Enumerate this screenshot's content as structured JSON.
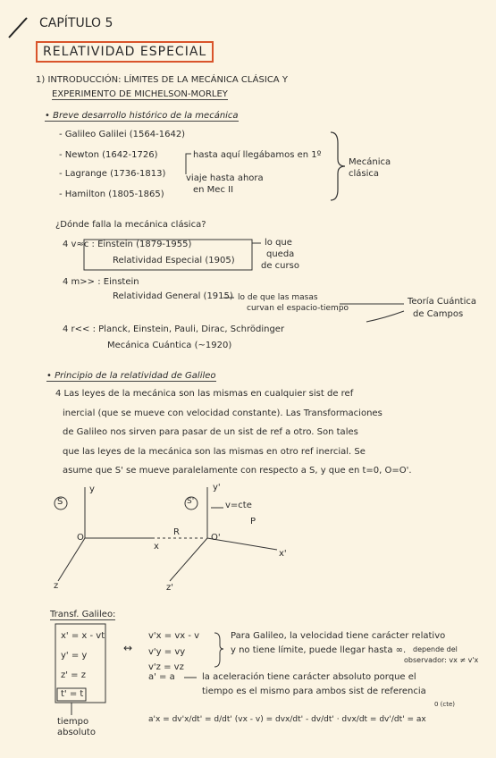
{
  "chapter": "CAPÍTULO 5",
  "title": "RELATIVIDAD ESPECIAL",
  "sec1": {
    "heading_line1": "1) INTRODUCCIÓN: LÍMITES DE LA MECÁNICA CLÁSICA Y",
    "heading_line2": "EXPERIMENTO DE MICHELSON-MORLEY",
    "bullet": "• Breve desarrollo histórico de la mecánica",
    "people": [
      "- Galileo Galilei (1564-1642)",
      "- Newton (1642-1726)",
      "- Lagrange (1736-1813)",
      "- Hamilton (1805-1865)"
    ],
    "note_newton": "hasta aquí llegábamos en 1º",
    "note_viaje1": "viaje hasta ahora",
    "note_viaje2": "en Mec II",
    "brace_label1": "Mecánica",
    "brace_label2": "clásica"
  },
  "fails": {
    "question": "¿Dónde falla la mecánica clásica?",
    "vnc": "4 v≈c :  Einstein (1879-1955)",
    "vnc2": "Relatividad Especial (1905)",
    "vnc_note1": "lo que",
    "vnc_note2": "queda",
    "vnc_note3": "de curso",
    "mass": "4 m>> :  Einstein",
    "mass2": "Relatividad General (1915)",
    "mass_note1": "lo de que las masas",
    "mass_note2": "curvan el espacio-tiempo",
    "qft1": "Teoría Cuántica",
    "qft2": "de Campos",
    "rcc": "4 r<<  :  Planck, Einstein, Pauli, Dirac, Schrödinger",
    "rcc2": "Mecánica Cuántica (~1920)"
  },
  "galileo": {
    "heading": "• Principio de la relatividad de Galileo",
    "lines": [
      "4 Las leyes de la mecánica son las mismas en cualquier sist de ref",
      "inercial (que se mueve con velocidad constante). Las Transformaciones",
      "de Galileo nos sirven para pasar de un sist de ref a otro. Son tales",
      "que las leyes de la mecánica son las mismas en otro ref inercial. Se",
      "asume que S' se mueve paralelamente con respecto a S, y que en t=0, O=O'."
    ]
  },
  "diagram": {
    "s": "S",
    "sp": "S'",
    "y": "y",
    "yp": "y'",
    "x": "x",
    "xp": "x'",
    "z": "z",
    "zp": "z'",
    "o": "O",
    "op": "O'",
    "r": "R",
    "v": "v=cte",
    "p": "P"
  },
  "transform": {
    "title": "Transf. Galileo:",
    "eqs": [
      "x' = x - vt",
      "y' = y",
      "z' = z",
      "t' = t"
    ],
    "time_note1": "tiempo",
    "time_note2": "absoluto",
    "arrow": "↔",
    "vel": [
      "v'x = vx - v",
      "v'y = vy",
      "v'z = vz"
    ],
    "vel_note1": "Para Galileo, la velocidad tiene carácter relativo",
    "vel_note2": "y no tiene límite, puede llegar hasta ∞.",
    "dep_note1": "depende del",
    "dep_note2": "observador: vx ≠ v'x",
    "acc": "a' = a",
    "acc_note1": "la aceleración tiene carácter absoluto porque el",
    "acc_note2": "tiempo es el mismo para ambos sist de referencia",
    "acc_eq": "a'x = dv'x/dt' = d/dt' (vx - v) = dvx/dt' - dv/dt' · dvx/dt = dv'/dt' = ax",
    "cte": "0 (cte)"
  }
}
